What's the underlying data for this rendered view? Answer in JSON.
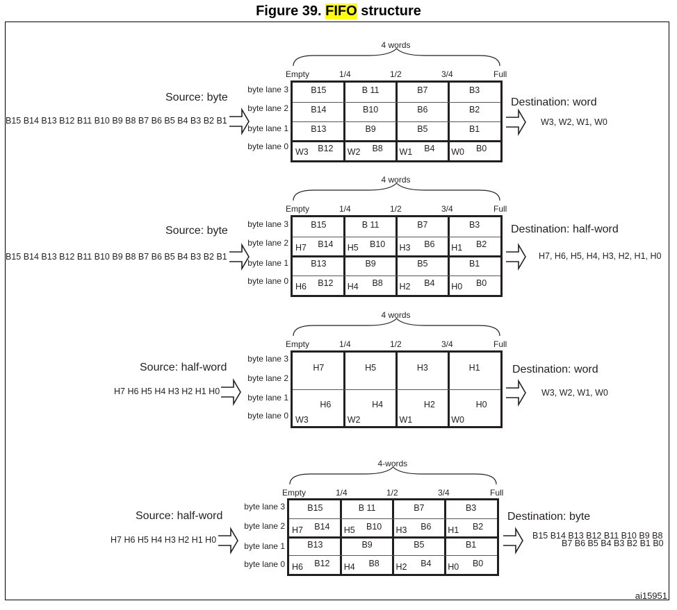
{
  "figure": {
    "title_prefix": "Figure 39. ",
    "title_highlight": "FIFO",
    "title_suffix": " structure",
    "highlight_color": "#ffff00",
    "footer_id": "ai15951"
  },
  "byte_lane_labels": [
    "byte lane 3",
    "byte lane 2",
    "byte lane 1",
    "byte lane 0"
  ],
  "level_ticks": [
    "Empty",
    "1/4",
    "1/2",
    "3/4",
    "Full"
  ],
  "panels": [
    {
      "capacity_label": "4 words",
      "source_label": "Source: byte",
      "source_sequence": "B15 B14 B13 B12 B11 B10 B9 B8 B7 B6 B5 B4 B3 B2 B1 B0",
      "destination_label": "Destination: word",
      "destination_sequence": [
        "W3, W2, W1, W0"
      ],
      "columns": [
        {
          "cells": [
            "B15",
            "B14",
            "B13",
            "B12"
          ],
          "tags": [
            "",
            "",
            "",
            "W3"
          ]
        },
        {
          "cells": [
            "B 11",
            "B10",
            "B9",
            "B8"
          ],
          "tags": [
            "",
            "",
            "",
            "W2"
          ]
        },
        {
          "cells": [
            "B7",
            "B6",
            "B5",
            "B4"
          ],
          "tags": [
            "",
            "",
            "",
            "W1"
          ]
        },
        {
          "cells": [
            "B3",
            "B2",
            "B1",
            "B0"
          ],
          "tags": [
            "",
            "",
            "",
            "W0"
          ]
        }
      ]
    },
    {
      "capacity_label": "4 words",
      "source_label": "Source: byte",
      "source_sequence": "B15 B14 B13 B12 B11 B10 B9 B8 B7 B6 B5 B4 B3 B2 B1 B0",
      "destination_label": "Destination: half-word",
      "destination_sequence": [
        "H7, H6, H5, H4, H3, H2, H1, H0"
      ],
      "columns": [
        {
          "cells": [
            "B15",
            "B14",
            "B13",
            "B12"
          ],
          "tags": [
            "",
            "H7",
            "",
            "H6"
          ]
        },
        {
          "cells": [
            "B 11",
            "B10",
            "B9",
            "B8"
          ],
          "tags": [
            "",
            "H5",
            "",
            "H4"
          ]
        },
        {
          "cells": [
            "B7",
            "B6",
            "B5",
            "B4"
          ],
          "tags": [
            "",
            "H3",
            "",
            "H2"
          ]
        },
        {
          "cells": [
            "B3",
            "B2",
            "B1",
            "B0"
          ],
          "tags": [
            "",
            "H1",
            "",
            "H0"
          ]
        }
      ]
    },
    {
      "capacity_label": "4 words",
      "source_label": "Source: half-word",
      "source_sequence": "H7 H6 H5 H4 H3 H2 H1 H0",
      "destination_label": "Destination: word",
      "destination_sequence": [
        "W3, W2, W1, W0"
      ],
      "columns": [
        {
          "cells": [
            "H7",
            "H6"
          ],
          "tags": [
            "",
            "W3"
          ]
        },
        {
          "cells": [
            "H5",
            "H4"
          ],
          "tags": [
            "",
            "W2"
          ]
        },
        {
          "cells": [
            "H3",
            "H2"
          ],
          "tags": [
            "",
            "W1"
          ]
        },
        {
          "cells": [
            "H1",
            "H0"
          ],
          "tags": [
            "",
            "W0"
          ]
        }
      ]
    },
    {
      "capacity_label": "4-words",
      "source_label": "Source: half-word",
      "source_sequence": "H7 H6 H5 H4 H3 H2 H1 H0",
      "destination_label": "Destination: byte",
      "destination_sequence": [
        "B15 B14 B13 B12 B11 B10 B9 B8",
        "B7 B6 B5 B4 B3 B2 B1 B0"
      ],
      "columns": [
        {
          "cells": [
            "B15",
            "B14",
            "B13",
            "B12"
          ],
          "tags": [
            "",
            "H7",
            "",
            "H6"
          ]
        },
        {
          "cells": [
            "B 11",
            "B10",
            "B9",
            "B8"
          ],
          "tags": [
            "",
            "H5",
            "",
            "H4"
          ]
        },
        {
          "cells": [
            "B7",
            "B6",
            "B5",
            "B4"
          ],
          "tags": [
            "",
            "H3",
            "",
            "H2"
          ]
        },
        {
          "cells": [
            "B3",
            "B2",
            "B1",
            "B0"
          ],
          "tags": [
            "",
            "H1",
            "",
            "H0"
          ]
        }
      ]
    }
  ]
}
